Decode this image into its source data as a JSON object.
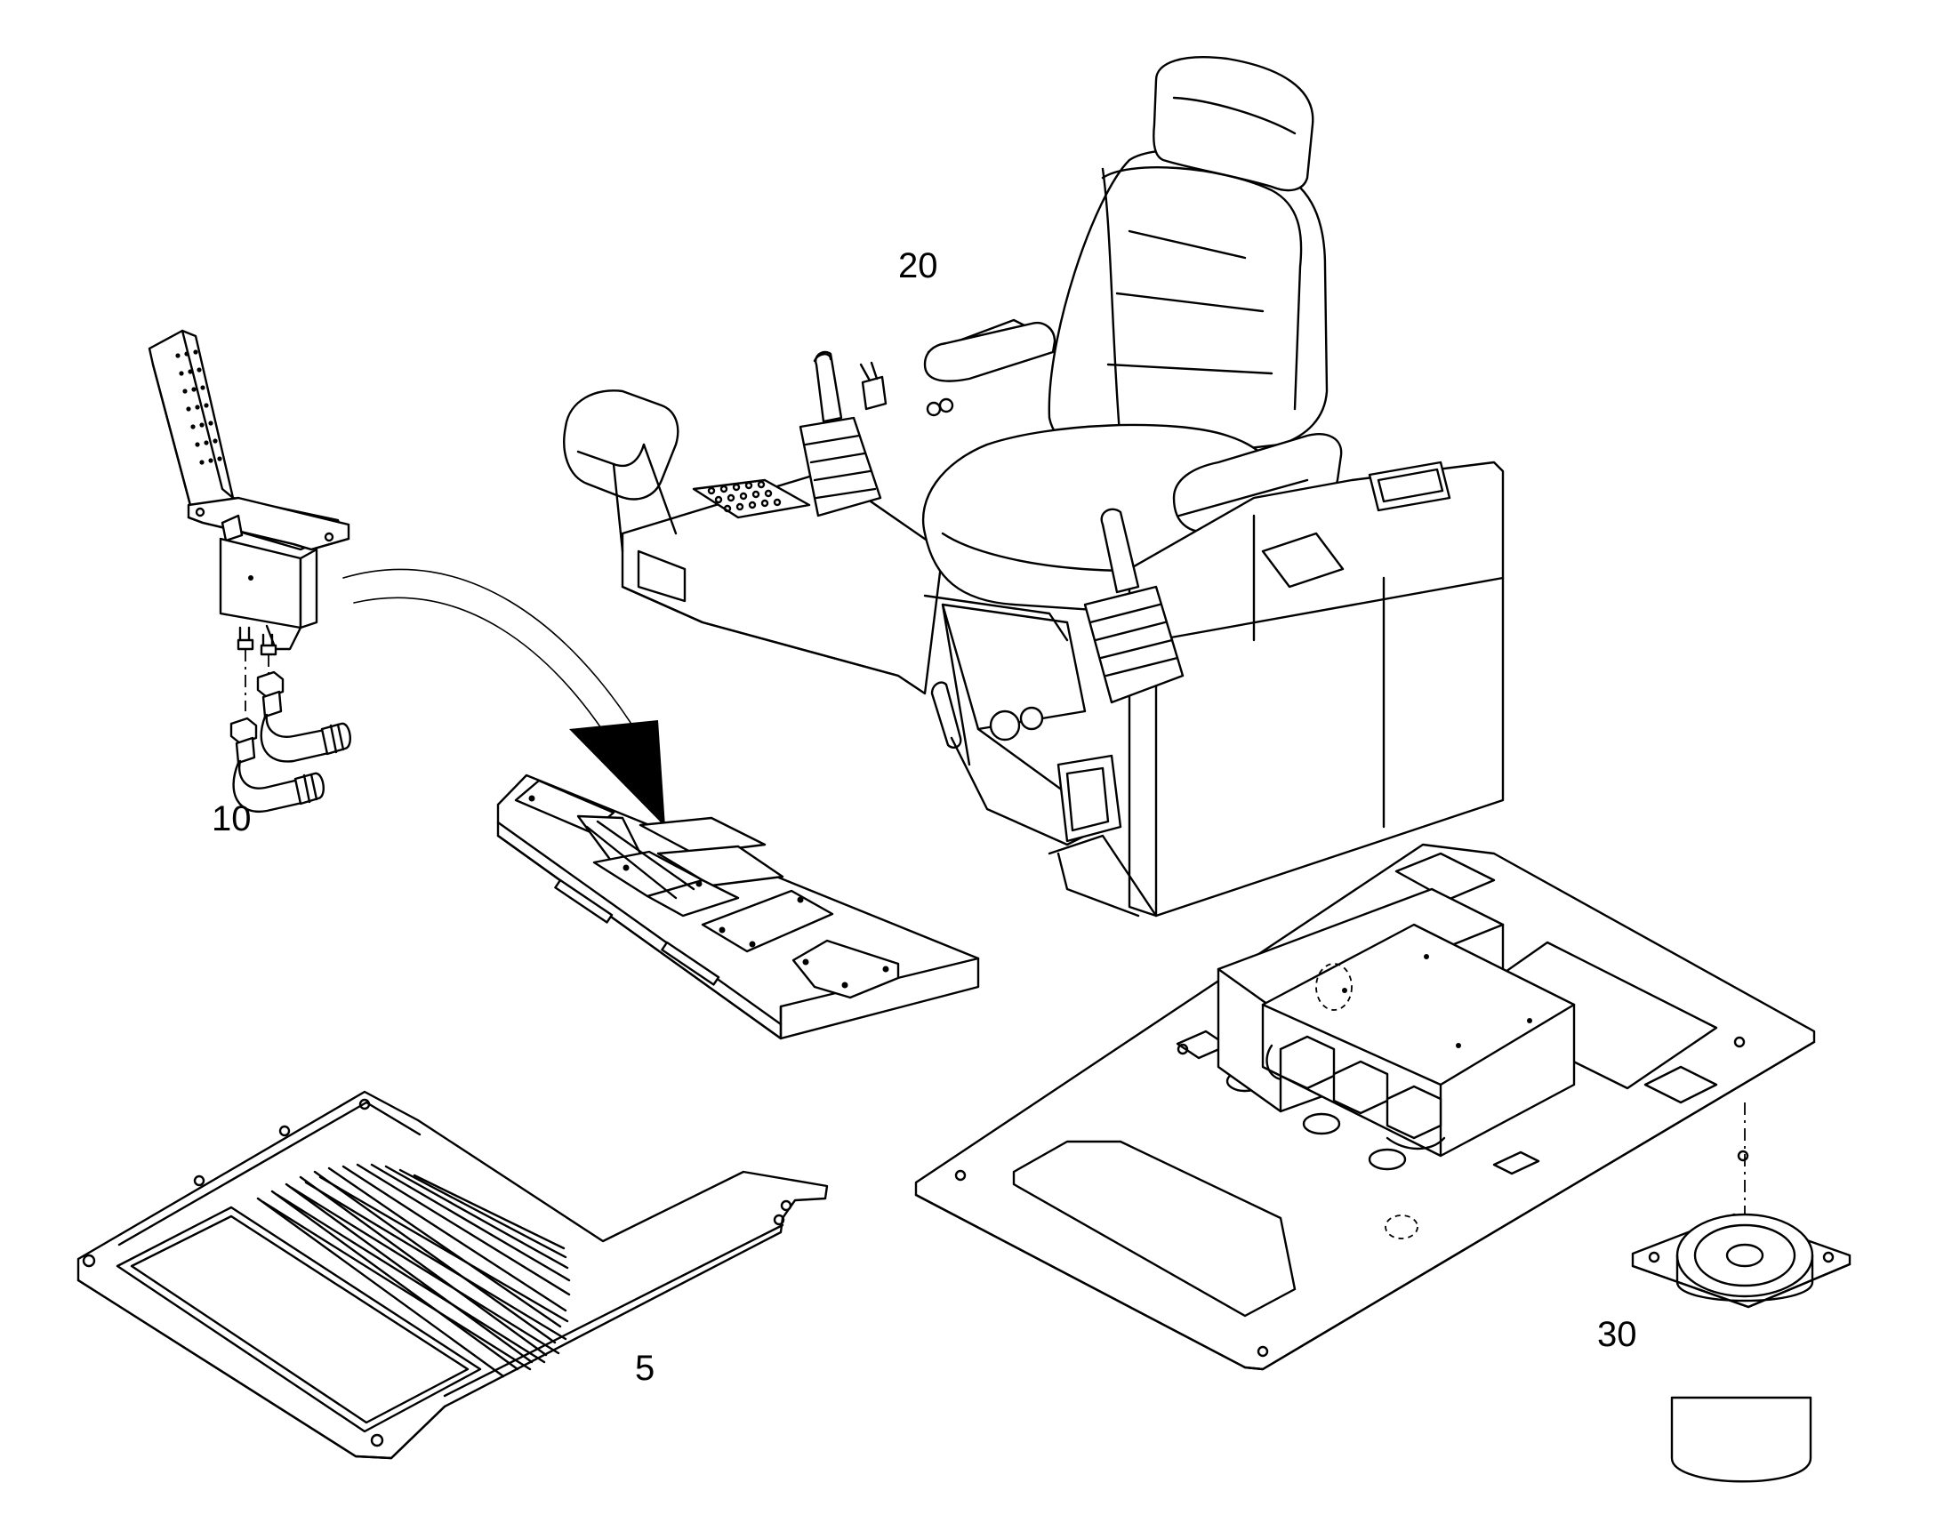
{
  "callouts": {
    "part_5": "5",
    "part_10": "10",
    "part_20": "20",
    "part_30": "30"
  },
  "colors": {
    "line": "#000000",
    "background": "#ffffff"
  }
}
